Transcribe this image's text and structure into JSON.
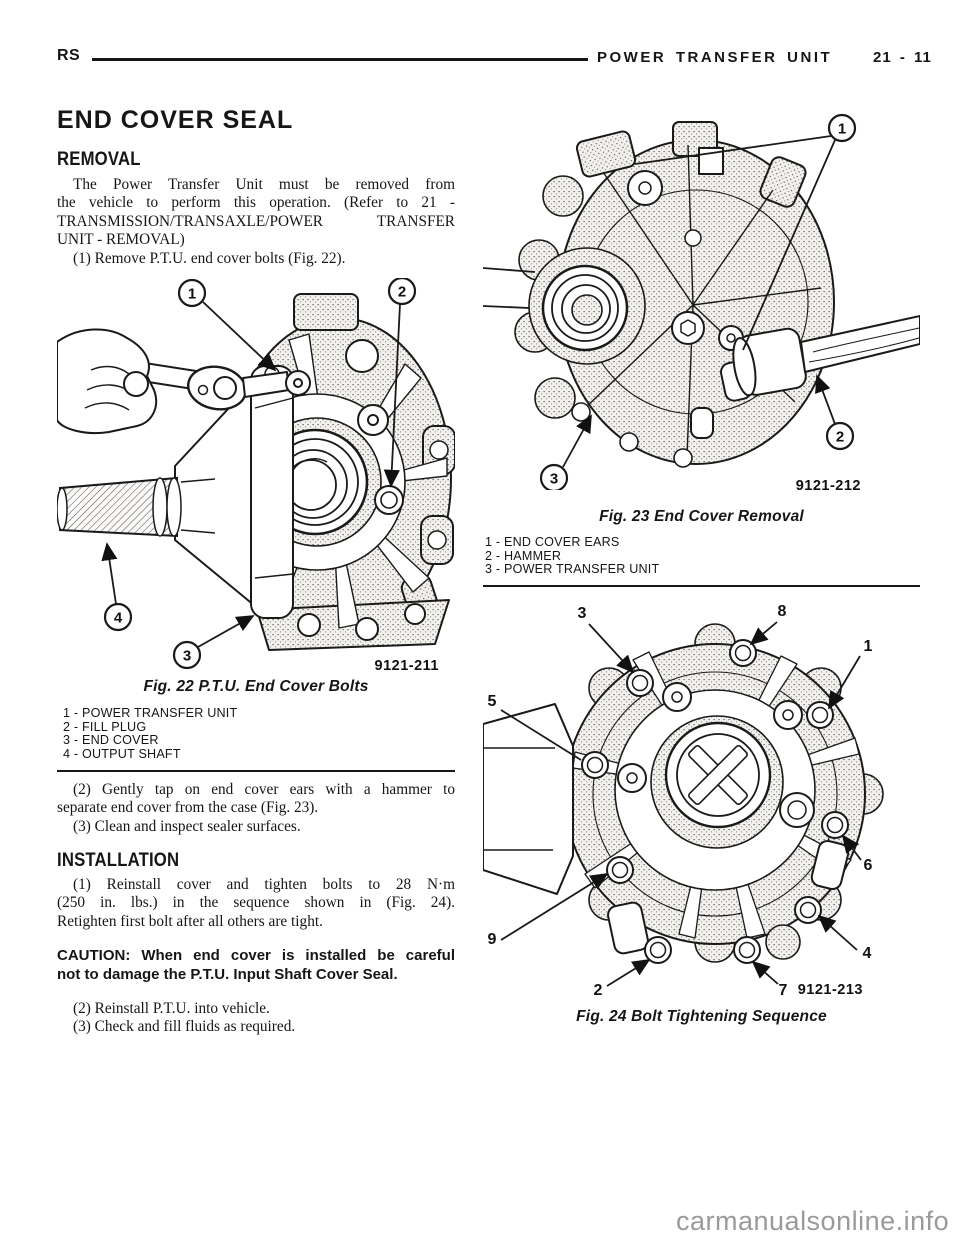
{
  "header": {
    "code": "RS",
    "section": "POWER TRANSFER UNIT",
    "page": "21 - 11"
  },
  "content": {
    "title": "END COVER SEAL",
    "removal": {
      "heading": "REMOVAL",
      "intro_lines": [
        "The Power Transfer Unit must be removed from",
        "the vehicle to perform this operation. (Refer to 21 -",
        "TRANSMISSION/TRANSAXLE/POWER TRANSFER",
        "UNIT - REMOVAL)"
      ],
      "step1": "(1) Remove P.T.U. end cover bolts (Fig. 22).",
      "step2_lines": [
        "(2) Gently tap on end cover ears with a hammer to",
        "separate end cover from the case (Fig. 23)."
      ],
      "step3": "(3) Clean and inspect sealer surfaces."
    },
    "installation": {
      "heading": "INSTALLATION",
      "step1_lines": [
        "(1) Reinstall cover and tighten bolts to 28 N·m",
        "(250 in. lbs.) in the sequence shown in (Fig. 24).",
        "Retighten first bolt after all others are tight."
      ],
      "caution_lines": [
        "CAUTION: When end cover is installed be careful",
        "not to damage the P.T.U. Input Shaft Cover Seal."
      ],
      "step2": "(2) Reinstall P.T.U. into vehicle.",
      "step3": "(3) Check and fill fluids as required."
    }
  },
  "figures": {
    "fig22": {
      "figure_id": "9121-211",
      "caption": "Fig. 22 P.T.U. End Cover Bolts",
      "legend": [
        "1 - POWER TRANSFER UNIT",
        "2 - FILL PLUG",
        "3 - END COVER",
        "4 - OUTPUT SHAFT"
      ],
      "callouts": {
        "c1": "1",
        "c2": "2",
        "c3": "3",
        "c4": "4"
      }
    },
    "fig23": {
      "figure_id": "9121-212",
      "caption": "Fig. 23 End Cover Removal",
      "legend": [
        "1 - END COVER EARS",
        "2 - HAMMER",
        "3 - POWER TRANSFER UNIT"
      ],
      "callouts": {
        "c1": "1",
        "c2": "2",
        "c3": "3"
      }
    },
    "fig24": {
      "figure_id": "9121-213",
      "caption": "Fig. 24 Bolt Tightening Sequence",
      "bolts": {
        "b1": "1",
        "b2": "2",
        "b3": "3",
        "b4": "4",
        "b5": "5",
        "b6": "6",
        "b7": "7",
        "b8": "8",
        "b9": "9"
      }
    }
  },
  "watermark": "carmanualsonline.info"
}
